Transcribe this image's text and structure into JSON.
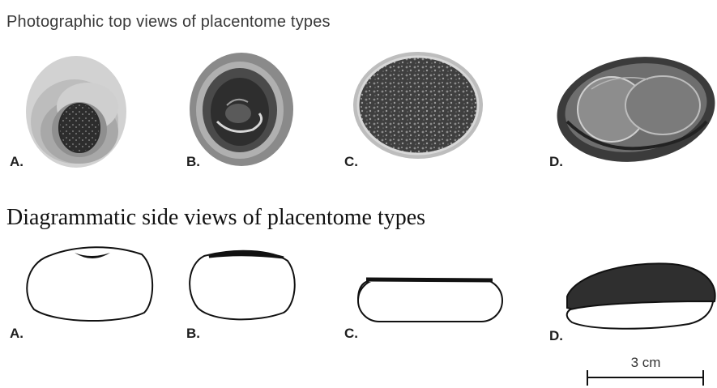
{
  "headings": {
    "top": "Photographic top views of placentome types",
    "side": "Diagrammatic side views of placentome types"
  },
  "top_row": {
    "labels": [
      "A.",
      "B.",
      "C.",
      "D."
    ]
  },
  "side_row": {
    "labels": [
      "A.",
      "B.",
      "C.",
      "D."
    ]
  },
  "scale_bar": {
    "label": "3 cm"
  },
  "colors": {
    "ink": "#111111",
    "photo_light": "#c8c8c8",
    "photo_mid": "#8a8a8a",
    "photo_dark": "#3c3c3c"
  }
}
